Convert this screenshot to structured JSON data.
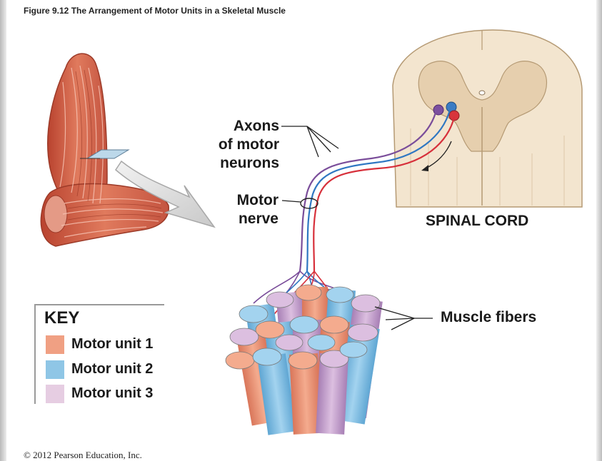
{
  "figure": {
    "caption": "Figure 9.12  The Arrangement of Motor Units in a Skeletal Muscle",
    "copyright": "© 2012 Pearson Education, Inc."
  },
  "labels": {
    "axons_line1": "Axons",
    "axons_line2": "of motor",
    "axons_line3": "neurons",
    "nerve_line1": "Motor",
    "nerve_line2": "nerve",
    "spinal_cord": "SPINAL CORD",
    "muscle_fibers": "Muscle fibers"
  },
  "key": {
    "title": "KEY",
    "items": [
      {
        "label": "Motor unit 1",
        "color": "#f0a083"
      },
      {
        "label": "Motor unit 2",
        "color": "#8fc6e6"
      },
      {
        "label": "Motor unit 3",
        "color": "#e6cde2"
      }
    ]
  },
  "colors": {
    "muscle": "#d9664f",
    "spinal_gray": "#e8d6bb",
    "spinal_white": "#f5ead8",
    "axon_red": "#d7303b",
    "axon_blue": "#2f77c2",
    "axon_purple": "#7a4d9a"
  }
}
